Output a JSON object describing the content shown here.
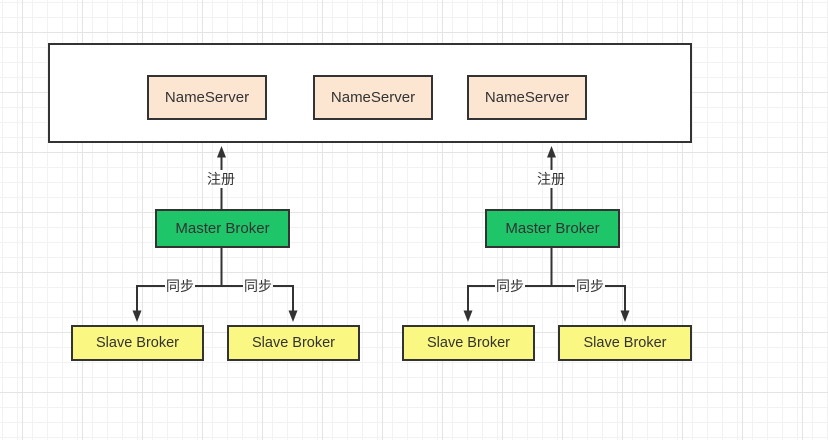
{
  "canvas": {
    "type": "diagram-grid-canvas",
    "grid_minor_color": "#f2f2f2",
    "grid_major_color": "#e4e4e4",
    "background": "#ffffff"
  },
  "colors": {
    "shape_border": "#333333",
    "nameserver_fill": "#fce6d2",
    "master_fill": "#1ec669",
    "slave_fill": "#faf782",
    "text": "#333333",
    "connector": "#333333"
  },
  "nameserver_cluster": {
    "nodes": [
      {
        "label": "NameServer"
      },
      {
        "label": "NameServer"
      },
      {
        "label": "NameServer"
      }
    ]
  },
  "broker_groups": [
    {
      "master_label": "Master Broker",
      "register_label": "注册",
      "sync_label_left": "同步",
      "sync_label_right": "同步",
      "slave_left_label": "Slave Broker",
      "slave_right_label": "Slave Broker"
    },
    {
      "master_label": "Master Broker",
      "register_label": "注册",
      "sync_label_left": "同步",
      "sync_label_right": "同步",
      "slave_left_label": "Slave Broker",
      "slave_right_label": "Slave Broker"
    }
  ]
}
